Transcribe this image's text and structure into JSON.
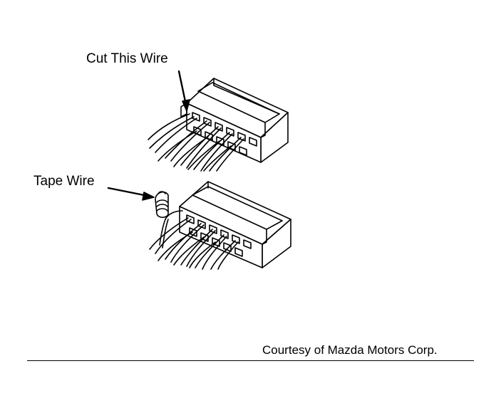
{
  "labels": {
    "cut_wire": "Cut This Wire",
    "tape_wire": "Tape Wire"
  },
  "credit": "Courtesy of Mazda Motors Corp."
}
